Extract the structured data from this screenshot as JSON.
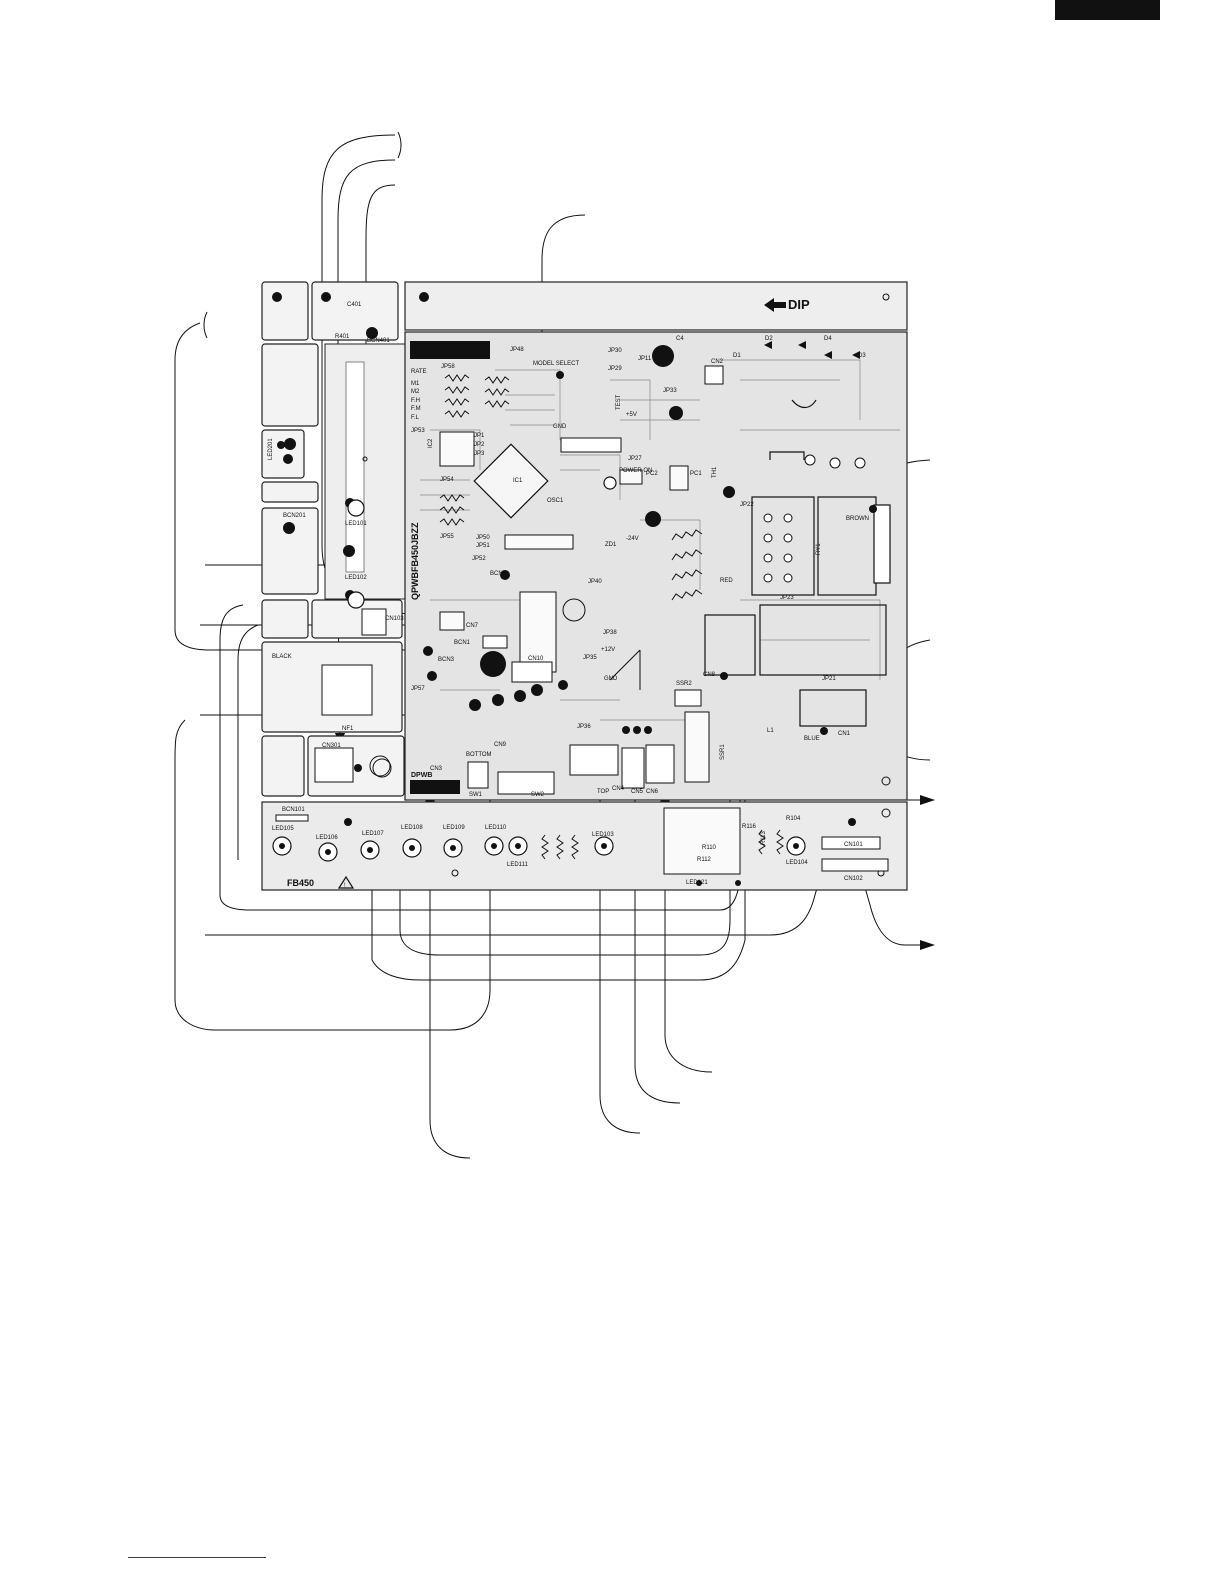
{
  "header": {
    "page_tab_color": "#111111"
  },
  "board": {
    "dip_label": "DIP",
    "pcb_name": "FB450",
    "pcb_code_vertical": "QPWBFB450JBZZ",
    "pcb_code_small": "DPWB",
    "model_select": "MODEL SELECT",
    "rate_label": "RATE",
    "rate_rows": [
      "M1",
      "M2",
      "F.H",
      "F.M",
      "F.L"
    ],
    "voltage_5v": "+5V",
    "voltage_24v": "-24V",
    "voltage_12v": "+12V",
    "gnd_labels": [
      "GND",
      "GND"
    ],
    "power_on": "POWER ON",
    "colors": {
      "brown": "BROWN",
      "blue": "BLUE",
      "red": "RED",
      "black": "BLACK"
    },
    "switch_labels": {
      "bottom": "BOTTOM",
      "top": "TOP",
      "sw1": "SW1",
      "sw2": "SW2"
    },
    "connectors": [
      "CN1",
      "CN2",
      "CN3",
      "CN4",
      "CN5",
      "CN6",
      "CN7",
      "CN8",
      "CN9",
      "CN10",
      "CN101",
      "CN102",
      "CN103",
      "CN301",
      "BCN101",
      "BCN201",
      "BCN401",
      "BCN1",
      "BCN2",
      "BCN3"
    ],
    "jumpers": [
      "JP1",
      "JP2",
      "JP3",
      "JP11",
      "JP21",
      "JP22",
      "JP23",
      "JP27",
      "JP29",
      "JP30",
      "JP33",
      "JP35",
      "JP36",
      "JP38",
      "JP40",
      "JP48",
      "JP50",
      "JP51",
      "JP52",
      "JP53",
      "JP54",
      "JP55",
      "JP57",
      "JP58"
    ],
    "leds": [
      "LED101",
      "LED102",
      "LED103",
      "LED104",
      "LED105",
      "LED106",
      "LED107",
      "LED108",
      "LED109",
      "LED110",
      "LED111",
      "LED121",
      "LED201"
    ],
    "misc_labels": [
      "C401",
      "R401",
      "C4",
      "D1",
      "D2",
      "D3",
      "D4",
      "PC1",
      "PC2",
      "TH1",
      "OSC1",
      "SSR1",
      "SSR2",
      "ZD1",
      "L1",
      "RY1",
      "NF1",
      "IC1",
      "IC2",
      "R110",
      "R112",
      "R113",
      "R116",
      "R104",
      "TEST"
    ]
  }
}
